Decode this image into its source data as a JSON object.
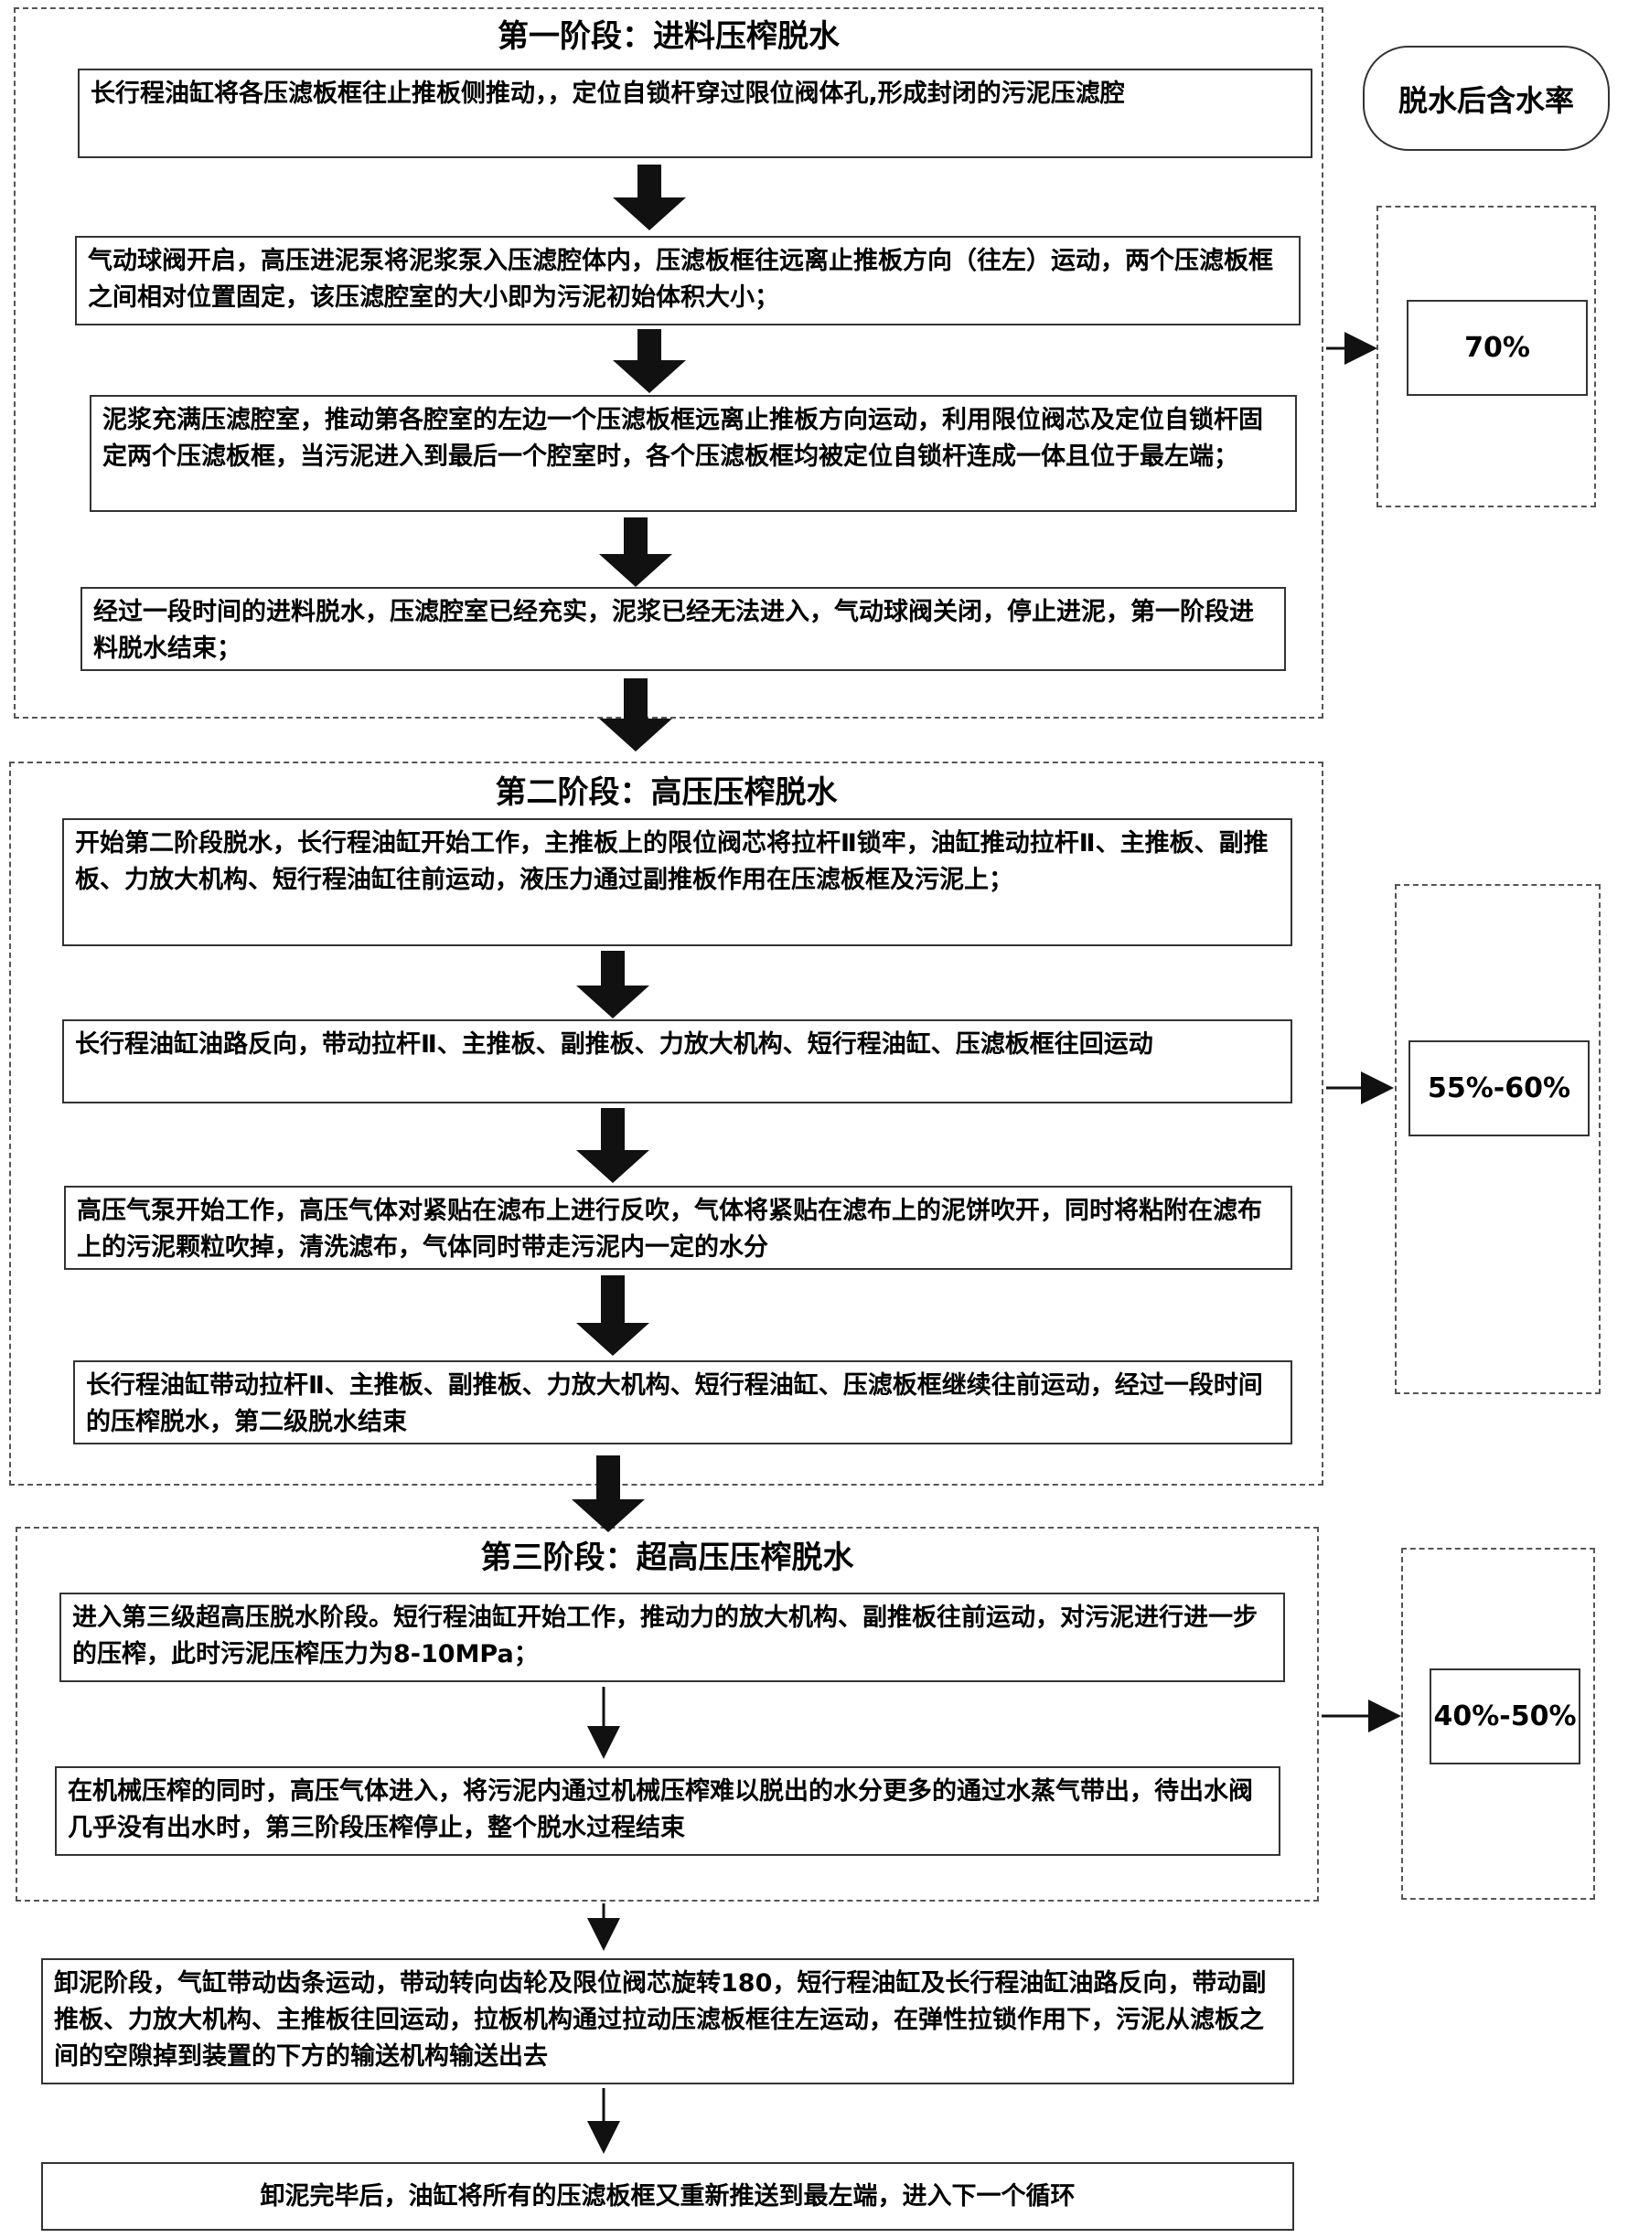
{
  "side_header": "脱水后含水率",
  "stages": [
    {
      "title": "第一阶段：进料压榨脱水",
      "steps": [
        "长行程油缸将各压滤板框往止推板侧推动，，定位自锁杆穿过限位阀体孔,形成封闭的污泥压滤腔",
        "气动球阀开启，高压进泥泵将泥浆泵入压滤腔体内，压滤板框往远离止推板方向（往左）运动，两个压滤板框之间相对位置固定，该压滤腔室的大小即为污泥初始体积大小；",
        "泥浆充满压滤腔室，推动第各腔室的左边一个压滤板框远离止推板方向运动，利用限位阀芯及定位自锁杆固定两个压滤板框，当污泥进入到最后一个腔室时，各个压滤板框均被定位自锁杆连成一体且位于最左端；",
        "经过一段时间的进料脱水，压滤腔室已经充实，泥浆已经无法进入，气动球阀关闭，停止进泥，第一阶段进料脱水结束；"
      ],
      "moisture": "70%"
    },
    {
      "title": "第二阶段：高压压榨脱水",
      "steps": [
        "开始第二阶段脱水，长行程油缸开始工作，主推板上的限位阀芯将拉杆Ⅱ锁牢，油缸推动拉杆Ⅱ、主推板、副推板、力放大机构、短行程油缸往前运动，液压力通过副推板作用在压滤板框及污泥上；",
        "长行程油缸油路反向，带动拉杆Ⅱ、主推板、副推板、力放大机构、短行程油缸、压滤板框往回运动",
        "高压气泵开始工作，高压气体对紧贴在滤布上进行反吹，气体将紧贴在滤布上的泥饼吹开，同时将粘附在滤布上的污泥颗粒吹掉，清洗滤布，气体同时带走污泥内一定的水分",
        "长行程油缸带动拉杆Ⅱ、主推板、副推板、力放大机构、短行程油缸、压滤板框继续往前运动，经过一段时间的压榨脱水，第二级脱水结束"
      ],
      "moisture": "55%-60%"
    },
    {
      "title": "第三阶段：超高压压榨脱水",
      "steps": [
        "进入第三级超高压脱水阶段。短行程油缸开始工作，推动力的放大机构、副推板往前运动，对污泥进行进一步的压榨，此时污泥压榨压力为8-10MPa；",
        "在机械压榨的同时，高压气体进入，将污泥内通过机械压榨难以脱出的水分更多的通过水蒸气带出，待出水阀几乎没有出水时，第三阶段压榨停止，整个脱水过程结束"
      ],
      "moisture": "40%-50%"
    }
  ],
  "unload_step": "卸泥阶段，气缸带动齿条运动，带动转向齿轮及限位阀芯旋转180，短行程油缸及长行程油缸油路反向，带动副推板、力放大机构、主推板往回运动，拉板机构通过拉动压滤板框往左运动，在弹性拉锁作用下，污泥从滤板之间的空隙掉到装置的下方的输送机构输送出去",
  "final_step": "卸泥完毕后，油缸将所有的压滤板框又重新推送到最左端，进入下一个循环"
}
